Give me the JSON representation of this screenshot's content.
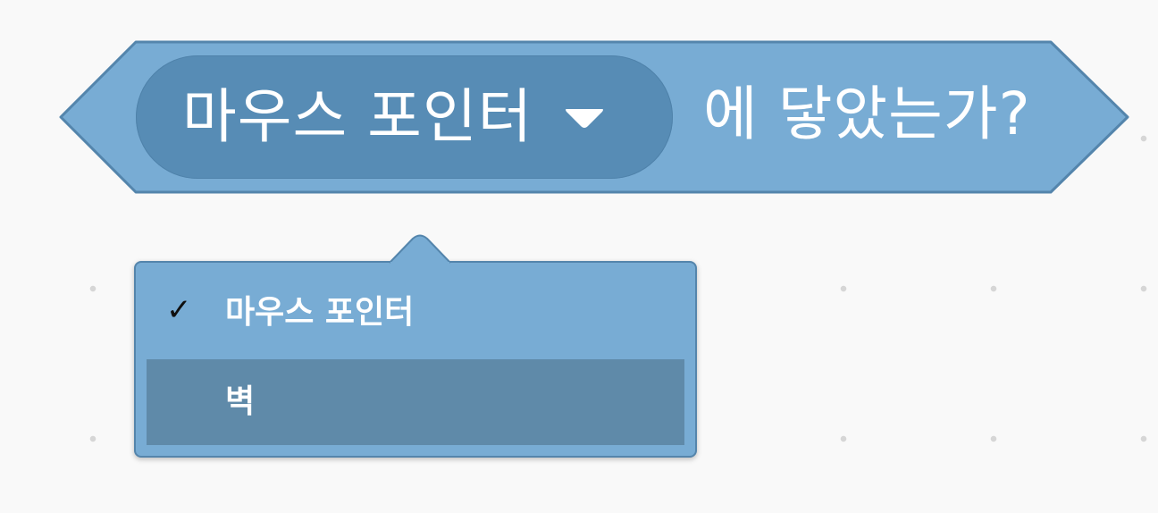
{
  "block": {
    "dropdown_value": "마우스 포인터",
    "suffix_label": "에 닿았는가?",
    "dropdown_arrow_icon": "triangle-down-icon"
  },
  "menu": {
    "items": [
      {
        "label": "마우스 포인터",
        "checked": true,
        "check_mark": "✓",
        "highlighted": false
      },
      {
        "label": "벽",
        "checked": false,
        "check_mark": "",
        "highlighted": true
      }
    ]
  },
  "colors": {
    "block_fill": "#78acd4",
    "block_border": "#5485ac",
    "field_fill": "#578cb5",
    "menu_fill": "#78acd4",
    "menu_item_highlight": "#5f8aa9",
    "text": "#ffffff",
    "workspace_background": "#f9f9f9",
    "workspace_dots": "#d6d6d6"
  }
}
